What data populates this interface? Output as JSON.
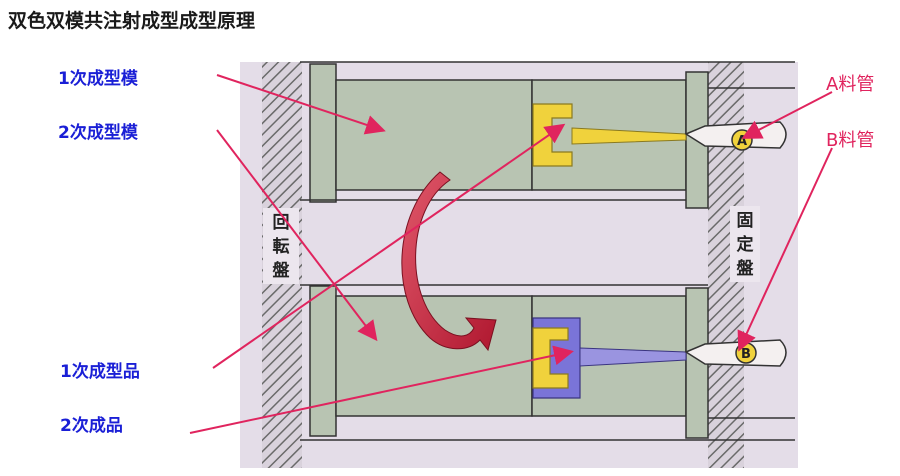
{
  "title": "双色双模共注射成型成型原理",
  "labels": {
    "mold1": "1次成型模",
    "mold2": "2次成型模",
    "product1": "1次成型品",
    "product2": "2次成品",
    "pipeA": "A料管",
    "pipeB": "B料管"
  },
  "photo_text": {
    "rotary_plate": [
      "回",
      "転",
      "盤"
    ],
    "fixed_plate": [
      "固",
      "定",
      "盤"
    ],
    "nozzle_a": "A",
    "nozzle_b": "B"
  },
  "colors": {
    "accent_blue": "#1a1fd6",
    "accent_pink": "#e0245e",
    "photo_bg": "#e4dde8",
    "mold_gray": "#b8c4b2",
    "material_yellow": "#f0d23c",
    "material_purple": "#7a74d8",
    "arrow_red": "#c8243c"
  }
}
